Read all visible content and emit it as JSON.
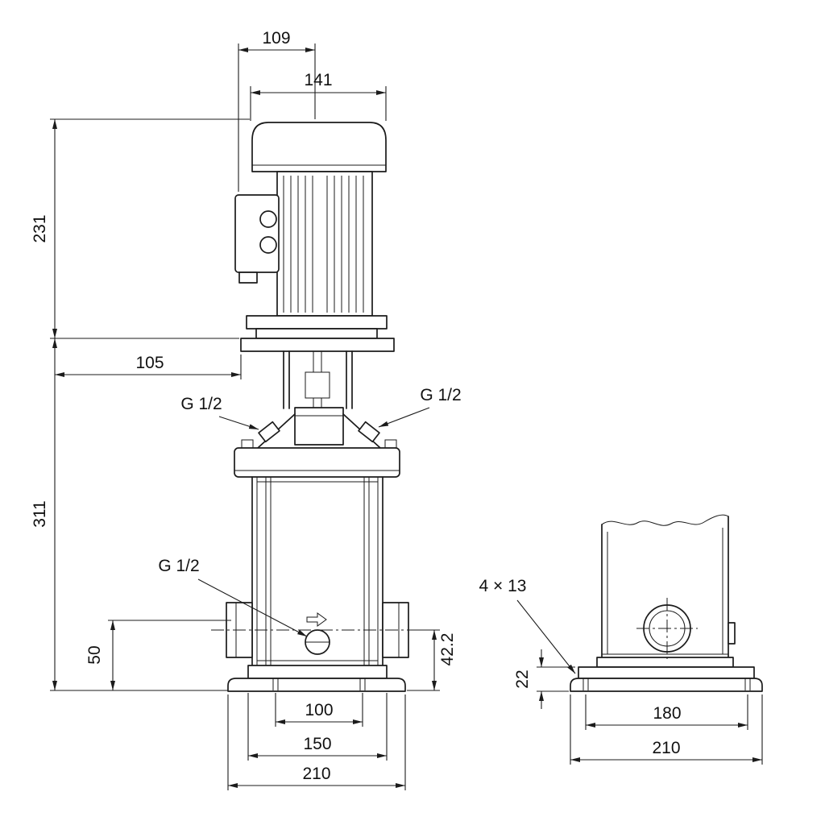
{
  "drawing": {
    "front": {
      "dim_motor_top": "109",
      "dim_motor_width": "141",
      "dim_motor_height": "231",
      "dim_head": "105",
      "dim_pump_height": "311",
      "port_left": "G 1/2",
      "port_right": "G 1/2",
      "drain_port": "G 1/2",
      "dim_suction_height": "50",
      "dim_port_axis": "42.2",
      "dim_base_inner": "100",
      "dim_base_mid": "150",
      "dim_base_outer": "210"
    },
    "side": {
      "bolt_note": "4 × 13",
      "dim_base_height": "22",
      "dim_bolt_span": "180",
      "dim_base_width": "210"
    }
  }
}
